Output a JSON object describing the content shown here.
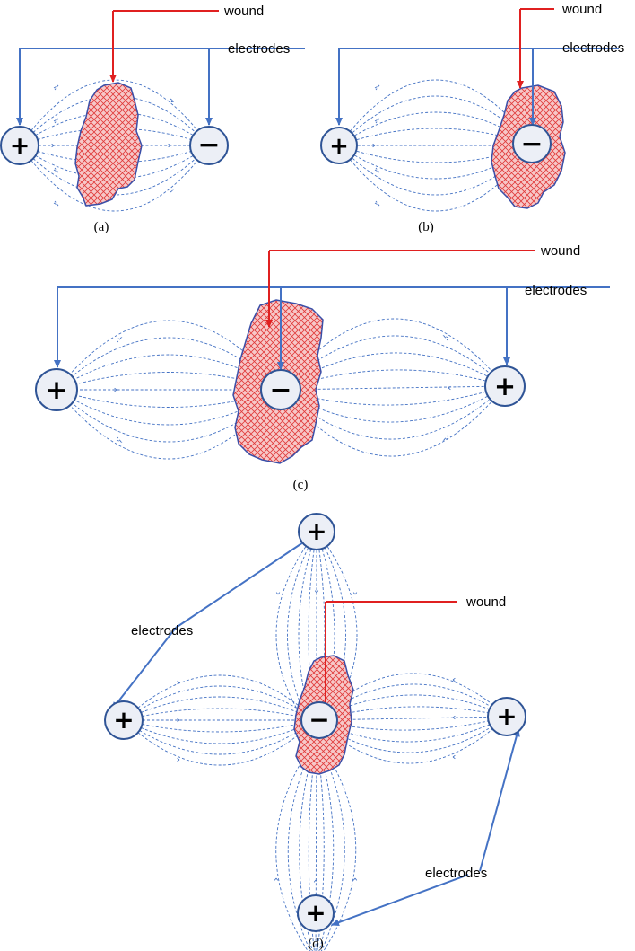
{
  "labels": {
    "wound": "wound",
    "electrodes": "electrodes",
    "positive_sign": "+",
    "negative_sign": "−"
  },
  "panels": [
    {
      "id": "a",
      "caption": "(a)"
    },
    {
      "id": "b",
      "caption": "(b)"
    },
    {
      "id": "c",
      "caption": "(c)"
    },
    {
      "id": "d",
      "caption": "(d)"
    }
  ],
  "colors": {
    "wound_line": "#e02020",
    "electrode_line": "#4472c4",
    "field_line": "#4472c4",
    "wound_fill": "#f7c8c8",
    "wound_hatch": "#e03a3a",
    "wound_outline": "#3a4fa8",
    "electrode_fill": "#eceff6",
    "electrode_outline": "#2f5496"
  }
}
